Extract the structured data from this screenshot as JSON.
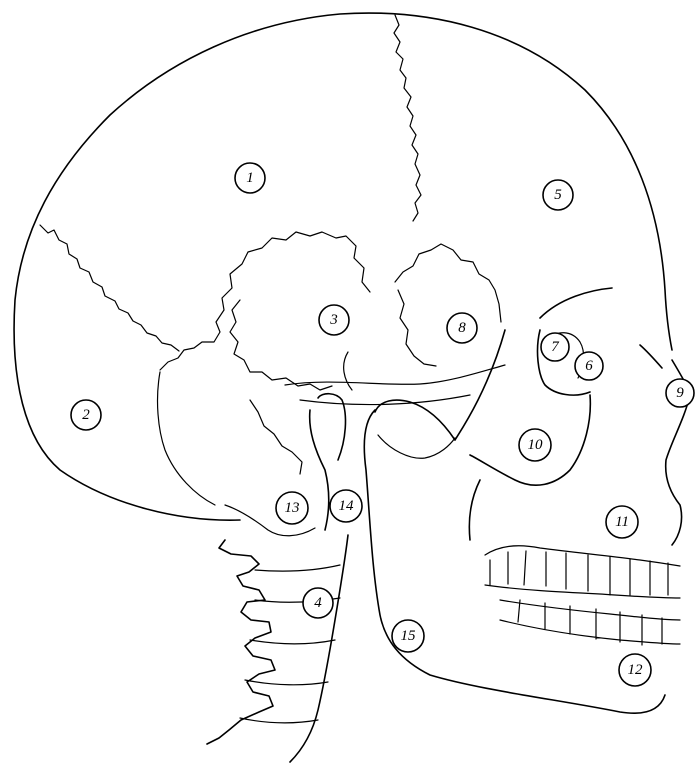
{
  "diagram": {
    "description_labels": [
      "1",
      "2",
      "3",
      "4",
      "5",
      "6",
      "7",
      "8",
      "9",
      "10",
      "11",
      "12",
      "13",
      "14",
      "15"
    ],
    "markers": [
      {
        "id": "m1",
        "label": "1"
      },
      {
        "id": "m2",
        "label": "2"
      },
      {
        "id": "m3",
        "label": "3"
      },
      {
        "id": "m4",
        "label": "4"
      },
      {
        "id": "m5",
        "label": "5"
      },
      {
        "id": "m6",
        "label": "6"
      },
      {
        "id": "m7",
        "label": "7"
      },
      {
        "id": "m8",
        "label": "8"
      },
      {
        "id": "m9",
        "label": "9"
      },
      {
        "id": "m10",
        "label": "10"
      },
      {
        "id": "m11",
        "label": "11"
      },
      {
        "id": "m12",
        "label": "12"
      },
      {
        "id": "m13",
        "label": "13"
      },
      {
        "id": "m14",
        "label": "14"
      },
      {
        "id": "m15",
        "label": "15"
      }
    ],
    "line_color": "#000000",
    "background": "#ffffff"
  }
}
